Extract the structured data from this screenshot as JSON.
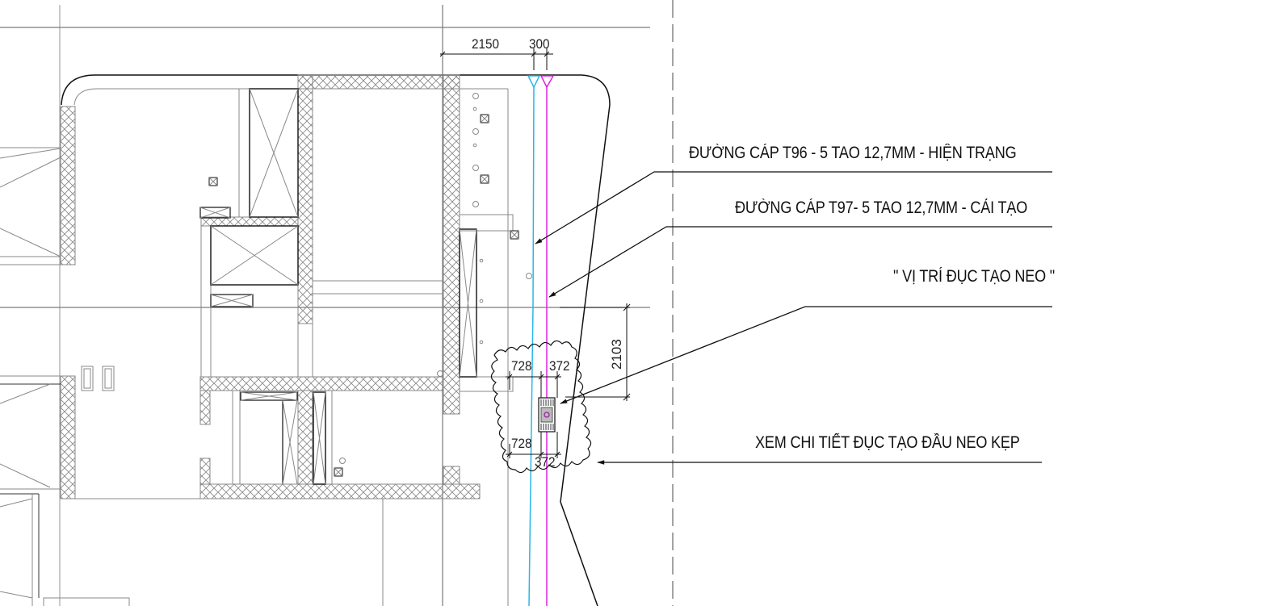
{
  "drawing": {
    "type": "architectural-plan-detail",
    "colors": {
      "background": "#ffffff",
      "wall_outline": "#808080",
      "slab_outline": "#111111",
      "grid_line": "#7a7a7a",
      "cable_t96": "#29b6e8",
      "cable_t97": "#e020e0",
      "leader": "#111111",
      "hatch": "#8a8a8a"
    }
  },
  "annotations": {
    "cable_t96": "ĐƯỜNG CÁP T96 - 5 TAO 12,7MM - HIỆN TRẠNG",
    "cable_t97": "ĐƯỜNG CÁP T97- 5 TAO 12,7MM - CẢI TẠO",
    "anchor_position": "\" VỊ TRÍ ĐỤC TẠO NEO \"",
    "see_detail": "XEM CHI TIẾT ĐỤC TẠO ĐẦU NEO KẸP"
  },
  "dimensions": {
    "top_left": "2150",
    "top_right": "300",
    "cloud_top_left": "728",
    "cloud_top_right": "372",
    "cloud_bottom_left": "728",
    "cloud_bottom_right": "372",
    "vertical": "2103"
  }
}
